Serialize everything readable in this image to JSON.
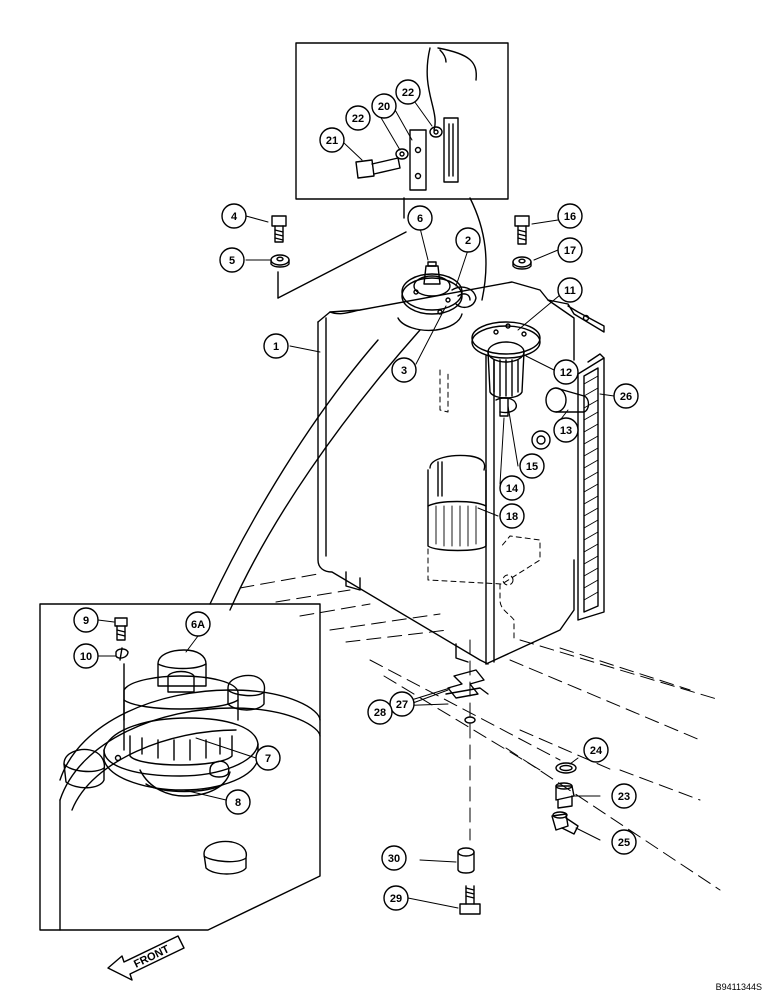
{
  "drawing_code": "B9411344S",
  "direction_label": "FRONT",
  "callouts": [
    "1",
    "2",
    "3",
    "4",
    "5",
    "6",
    "6A",
    "7",
    "8",
    "9",
    "10",
    "11",
    "12",
    "13",
    "14",
    "15",
    "16",
    "17",
    "18",
    "20",
    "21",
    "22",
    "22",
    "23",
    "24",
    "25",
    "26",
    "27",
    "28",
    "29",
    "30"
  ]
}
